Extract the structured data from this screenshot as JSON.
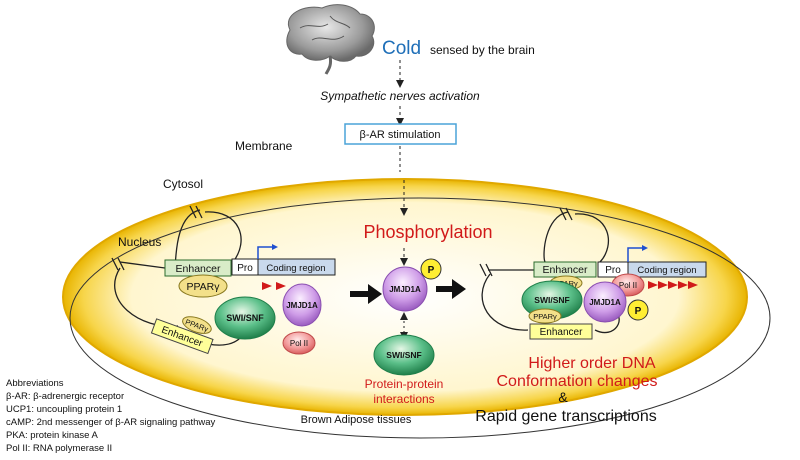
{
  "top": {
    "cold_word": "Cold",
    "cold_rest": "sensed by the brain",
    "sympathetic": "Sympathetic nerves activation",
    "bar_stimulation": "β-AR stimulation"
  },
  "compartments": {
    "membrane": "Membrane",
    "cytosol": "Cytosol",
    "nucleus": "Nucleus"
  },
  "left": {
    "enhancer_top": "Enhancer",
    "pro": "Pro",
    "coding": "Coding region",
    "ppar_big": "PPARγ",
    "ppar_small": "PPARγ",
    "enhancer_bottom": "Enhancer",
    "swi_snf": "SWI/SNF",
    "jmjd1a": "JMJD1A",
    "pol2": "Pol II"
  },
  "center": {
    "phosphorylation": "Phosphorylation",
    "jmjd1a": "JMJD1A",
    "p": "P",
    "swi_snf": "SWI/SNF",
    "ppi_line1": "Protein-protein",
    "ppi_line2": "interactions"
  },
  "right": {
    "enhancer_top": "Enhancer",
    "pro": "Pro",
    "coding": "Coding region",
    "ppar": "PPARγ",
    "pol2": "Pol II",
    "swi_snf": "SWI/SNF",
    "jmjd1a": "JMJD1A",
    "p": "P",
    "ppar_lower": "PPARγ",
    "enhancer_bottom": "Enhancer"
  },
  "outcome": {
    "line1": "Higher order DNA",
    "line2": "Conformation changes",
    "amp": "&",
    "line3": "Rapid gene transcriptions"
  },
  "tissue": "Brown Adipose tissues",
  "abbreviations": {
    "title": "Abbreviations",
    "items": [
      "β-AR: β-adrenergic receptor",
      "UCP1: uncoupling protein 1",
      "cAMP: 2nd messenger of β-AR signaling pathway",
      "PKA: protein kinase A",
      "Pol II: RNA polymerase II"
    ]
  },
  "colors": {
    "cold_blue": "#1f6fb8",
    "red_text": "#d11a1a",
    "cell_gold": "#f2c200",
    "enhancer_green": "#d9ecc8",
    "coding_blue": "#c9d9ec",
    "swi_green": "#3aa66a",
    "jmjd_purple": "#c48be0",
    "pol_pink": "#f08a8a",
    "p_yellow": "#ffee33"
  }
}
